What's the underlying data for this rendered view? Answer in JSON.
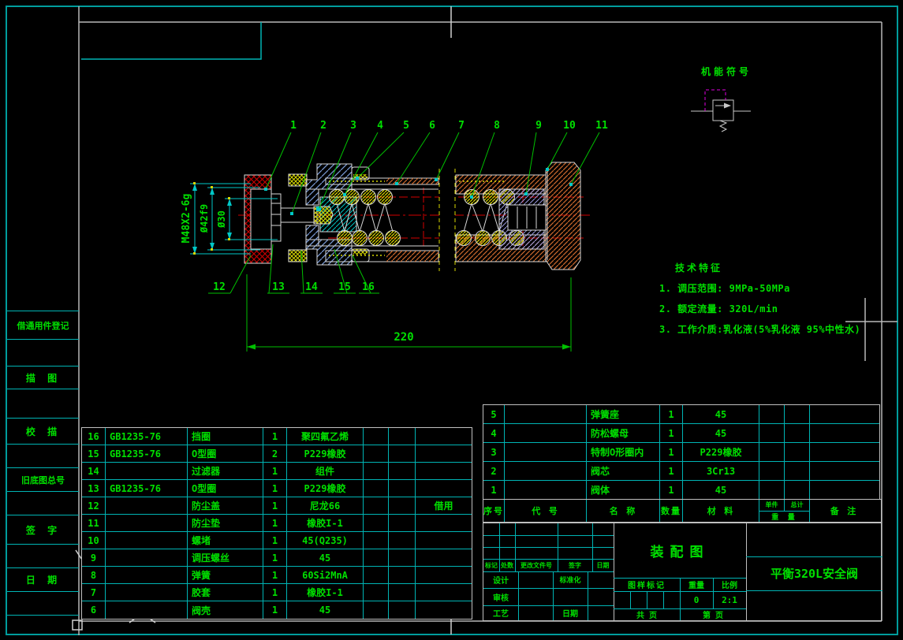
{
  "colors": {
    "accent_green": "#00df00",
    "line_cyan": "#00b4b4",
    "frame_gray": "#c0c0c0",
    "border_teal": "#009c9c",
    "centerline_red": "#d40000",
    "hatch_yellow": "#d8d800",
    "hatch_orange": "#cd6a2d",
    "hatch_blue": "#7b9cd8",
    "hatch_lavender": "#9a9ae0",
    "hatch_cyan": "#00c4c4",
    "pilot_magenta": "#e000e0"
  },
  "symbol": {
    "label": "机能符号"
  },
  "tech_notes": {
    "title": "技术特征",
    "items": [
      "1.  调压范围: 9MPa-50MPa",
      "2.  额定流量: 320L/min",
      "3.  工作介质:乳化液(5%乳化液 95%中性水)"
    ]
  },
  "dims": {
    "thread": "M48X2-6g",
    "d42": "Ø42f9",
    "d30": "Ø30",
    "len": "220"
  },
  "callouts": {
    "top": [
      "1",
      "2",
      "3",
      "4",
      "5",
      "6",
      "7",
      "8",
      "9",
      "10",
      "11"
    ],
    "bottom": [
      "12",
      "13",
      "14",
      "15",
      "16"
    ]
  },
  "sidebar": {
    "rows": [
      "借通用件登记",
      "",
      "描  图",
      "",
      "校  描",
      "",
      "旧底图总号",
      "",
      "签  字",
      "",
      "日  期",
      "",
      ""
    ]
  },
  "bom_left": {
    "rows": [
      {
        "seq": "16",
        "code": "GB1235-76",
        "name": "挡圈",
        "qty": "1",
        "mat": "聚四氟乙烯",
        "note": ""
      },
      {
        "seq": "15",
        "code": "GB1235-76",
        "name": "O型圈",
        "qty": "2",
        "mat": "P229橡胶",
        "note": ""
      },
      {
        "seq": "14",
        "code": "",
        "name": "过滤器",
        "qty": "1",
        "mat": "组件",
        "note": ""
      },
      {
        "seq": "13",
        "code": "GB1235-76",
        "name": "O型圈",
        "qty": "1",
        "mat": "P229橡胶",
        "note": ""
      },
      {
        "seq": "12",
        "code": "",
        "name": "防尘盖",
        "qty": "1",
        "mat": "尼龙66",
        "note": "借用"
      },
      {
        "seq": "11",
        "code": "",
        "name": "防尘垫",
        "qty": "1",
        "mat": "橡胶I-1",
        "note": ""
      },
      {
        "seq": "10",
        "code": "",
        "name": "螺堵",
        "qty": "1",
        "mat": "45(Q235)",
        "note": ""
      },
      {
        "seq": "9",
        "code": "",
        "name": "调压螺丝",
        "qty": "1",
        "mat": "45",
        "note": ""
      },
      {
        "seq": "8",
        "code": "",
        "name": "弹簧",
        "qty": "1",
        "mat": "60Si2MnA",
        "note": ""
      },
      {
        "seq": "7",
        "code": "",
        "name": "胶套",
        "qty": "1",
        "mat": "橡胶I-1",
        "note": ""
      },
      {
        "seq": "6",
        "code": "",
        "name": "阀壳",
        "qty": "1",
        "mat": "45",
        "note": ""
      }
    ]
  },
  "bom_right": {
    "header": {
      "seq": "序号",
      "code": "代  号",
      "name": "名  称",
      "qty": "数量",
      "mat": "材  料",
      "unit": "单件",
      "total": "总计",
      "weight": "重  量",
      "note": "备  注"
    },
    "rows": [
      {
        "seq": "5",
        "code": "",
        "name": "弹簧座",
        "qty": "1",
        "mat": "45"
      },
      {
        "seq": "4",
        "code": "",
        "name": "防松螺母",
        "qty": "1",
        "mat": "45"
      },
      {
        "seq": "3",
        "code": "",
        "name": "特制O形圈内",
        "qty": "1",
        "mat": "P229橡胶"
      },
      {
        "seq": "2",
        "code": "",
        "name": "阀芯",
        "qty": "1",
        "mat": "3Cr13"
      },
      {
        "seq": "1",
        "code": "",
        "name": "阀体",
        "qty": "1",
        "mat": "45"
      }
    ]
  },
  "title_block": {
    "rev_labels": [
      "标记",
      "处数",
      "更改文件号",
      "签字",
      "日期"
    ],
    "design_label": "设计",
    "standard_label": "标准化",
    "audit_label": "审核",
    "process_label": "工艺",
    "date_label": "日期",
    "drawing_title": "装配图",
    "mark_label": "图样标记",
    "weight_label": "重量",
    "scale_label": "比例",
    "weight_value": "0",
    "scale_value": "2:1",
    "pages_total_label": "共  页",
    "page_no_label": "第  页",
    "product": "平衡320L安全阀"
  }
}
